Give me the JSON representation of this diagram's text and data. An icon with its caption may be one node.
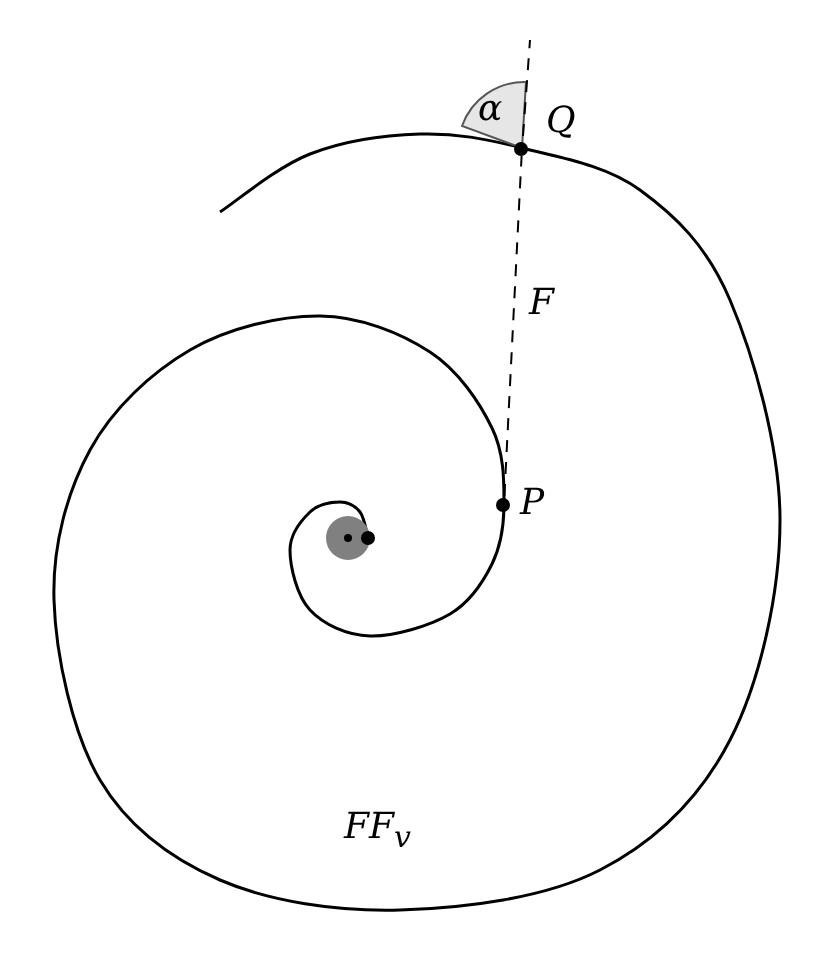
{
  "diagram": {
    "nodes": [
      {
        "text": [
          "P"
        ]
      },
      {
        "text": [
          "Q"
        ]
      }
    ],
    "edges": [
      {
        "from": 0,
        "to": 1,
        "arrow": "none",
        "style": "dashed",
        "label": "F"
      }
    ],
    "labels": [
      "α",
      "FF$_{v}$"
    ]
  }
}
